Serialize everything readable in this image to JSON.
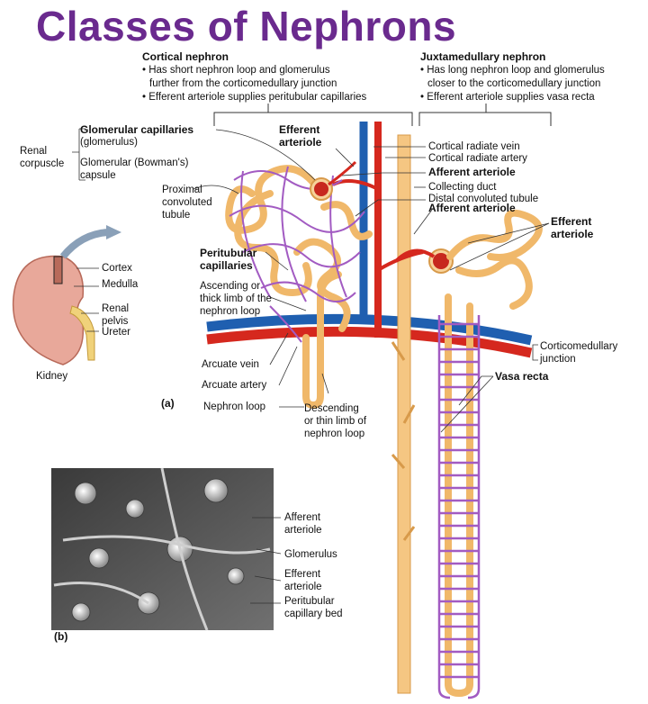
{
  "title": "Classes of Nephrons",
  "cortical": {
    "heading": "Cortical nephron",
    "bullets": [
      "• Has short nephron loop and glomerulus",
      "  further from the corticomedullary junction",
      "• Efferent arteriole supplies peritubular capillaries"
    ]
  },
  "juxta": {
    "heading": "Juxtamedullary nephron",
    "bullets": [
      "• Has long nephron loop and glomerulus",
      "  closer to the corticomedullary junction",
      "• Efferent arteriole supplies vasa recta"
    ]
  },
  "labels": {
    "renal_corpuscle": [
      "Renal",
      "corpuscle"
    ],
    "glomerular_capillaries": "Glomerular capillaries",
    "glomerulus_paren": "(glomerulus)",
    "bowmans_capsule": [
      "Glomerular (Bowman's)",
      "capsule"
    ],
    "pct": [
      "Proximal",
      "convoluted",
      "tubule"
    ],
    "efferent_top": [
      "Efferent",
      "arteriole"
    ],
    "cortical_radiate_vein": "Cortical radiate vein",
    "cortical_radiate_artery": "Cortical radiate artery",
    "afferent_1": "Afferent arteriole",
    "collecting_duct": "Collecting duct",
    "dct": "Distal convoluted tubule",
    "afferent_2": "Afferent arteriole",
    "efferent_right": [
      "Efferent",
      "arteriole"
    ],
    "peritubular": [
      "Peritubular",
      "capillaries"
    ],
    "ascending": [
      "Ascending or",
      "thick limb of the",
      "nephron loop"
    ],
    "cortex": "Cortex",
    "medulla": "Medulla",
    "renal_pelvis": [
      "Renal",
      "pelvis"
    ],
    "ureter": "Ureter",
    "kidney": "Kidney",
    "arcuate_vein": "Arcuate vein",
    "arcuate_artery": "Arcuate artery",
    "nephron_loop": "Nephron loop",
    "descending": [
      "Descending",
      "or thin limb of",
      "nephron loop"
    ],
    "cmj": [
      "Corticomedullary",
      "junction"
    ],
    "vasa_recta": "Vasa recta",
    "panel_a": "(a)",
    "panel_b": "(b)",
    "micro_afferent": [
      "Afferent",
      "arteriole"
    ],
    "micro_glomerulus": "Glomerulus",
    "micro_efferent": [
      "Efferent",
      "arteriole"
    ],
    "micro_peritubular": [
      "Peritubular",
      "capillary bed"
    ]
  },
  "colors": {
    "title": "#6a2a8e",
    "tubule": "#f5c682",
    "tubule_edge": "#d89a4a",
    "capillary": "#a25bc2",
    "artery": "#d5281e",
    "vein": "#1f5fb0",
    "kidney": "#e8a89a"
  }
}
